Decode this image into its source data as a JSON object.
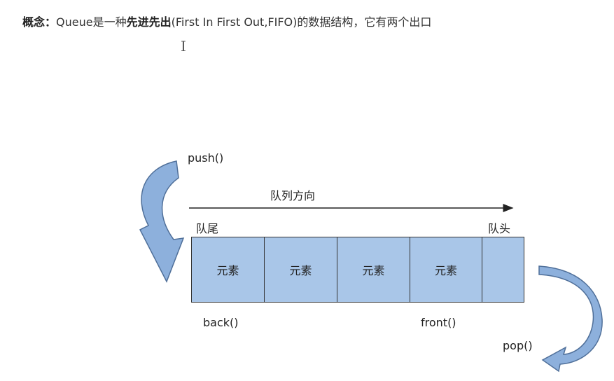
{
  "concept": {
    "label": "概念：",
    "text_before": "Queue是一种",
    "emphasis": "先进先出",
    "text_after": "(First In First Out,FIFO)的数据结构，它有两个出口"
  },
  "cursor_glyph": "I",
  "diagram": {
    "push_label": "push()",
    "direction_label": "队列方向",
    "tail_label": "队尾",
    "head_label": "队头",
    "cells": [
      "元素",
      "元素",
      "元素",
      "元素",
      ""
    ],
    "back_label": "back()",
    "front_label": "front()",
    "pop_label": "pop()"
  },
  "colors": {
    "cell_fill": "#a9c6e8",
    "arrow_fill": "#8db0dc",
    "arrow_stroke": "#4f6f99"
  }
}
